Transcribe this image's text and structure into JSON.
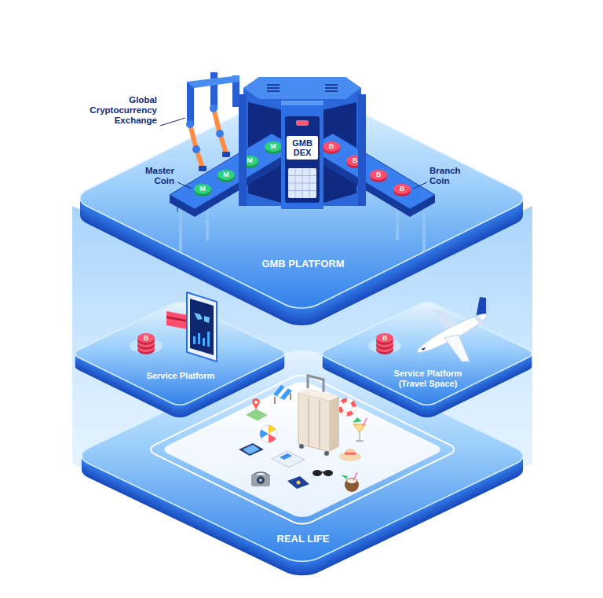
{
  "diagram": {
    "nodes": [
      {
        "text": [
          "GMB PLATFORM"
        ]
      },
      {
        "text": [
          "GMB DEX"
        ],
        "in": 0
      },
      {
        "text": [
          "Service Platform"
        ]
      },
      {
        "text": [
          "Service Platform (Travel Space)"
        ]
      },
      {
        "text": [
          "REAL LIFE"
        ]
      }
    ],
    "labels": [
      "Global Cryptocurrency Exchange",
      "Master Coin",
      "Branch Coin",
      "M",
      "M",
      "M",
      "M",
      "B",
      "B",
      "B",
      "B",
      "B",
      "B"
    ]
  }
}
